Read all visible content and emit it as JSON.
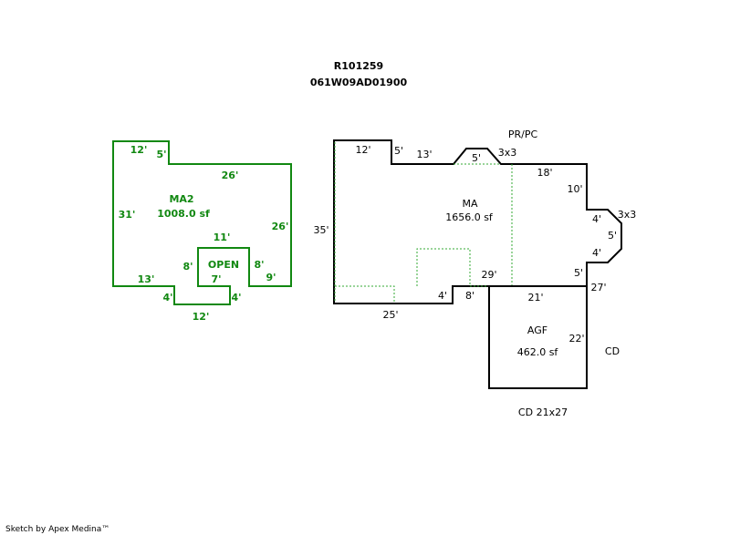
{
  "header": {
    "parcel_id": "R101259",
    "map_number": "061W09AD01900"
  },
  "colors": {
    "main_outline": "#000000",
    "ma2_outline": "#118811",
    "dotted": "#33aa33",
    "ma2_text": "#118811"
  },
  "ma2": {
    "name": "MA2",
    "area": "1008.0 sf",
    "dims": {
      "top_left": "12'",
      "notch": "5'",
      "top": "26'",
      "left": "31'",
      "right": "26'",
      "open_top": "11'",
      "open_left": "8'",
      "open_right": "8'",
      "open_bottom": "7'",
      "bottom_left": "13'",
      "bottom_right": "9'",
      "step_left": "4'",
      "step_right": "4'",
      "bottom": "12'"
    },
    "open_label": "OPEN"
  },
  "ma": {
    "name": "MA",
    "area": "1656.0 sf",
    "dims": {
      "top_left": "12'",
      "notch": "5'",
      "top_mid": "13'",
      "bump": "5'",
      "bump_tag": "3x3",
      "top_right": "18'",
      "right_upper": "10'",
      "bay_a": "4'",
      "bay_b": "5'",
      "bay_c": "4'",
      "bay_tag": "3x3",
      "right_lower": "5'",
      "left": "35'",
      "bottom_left": "25'",
      "step": "4'",
      "step_b": "8'",
      "inner": "29'"
    }
  },
  "porch_label": "PR/PC",
  "agf": {
    "name": "AGF",
    "area": "462.0 sf",
    "dims": {
      "top": "21'",
      "corner": "27'",
      "right": "22'"
    }
  },
  "cd_label": "CD",
  "cd_caption": "CD 21x27",
  "footer": "Sketch by Apex Medina™"
}
